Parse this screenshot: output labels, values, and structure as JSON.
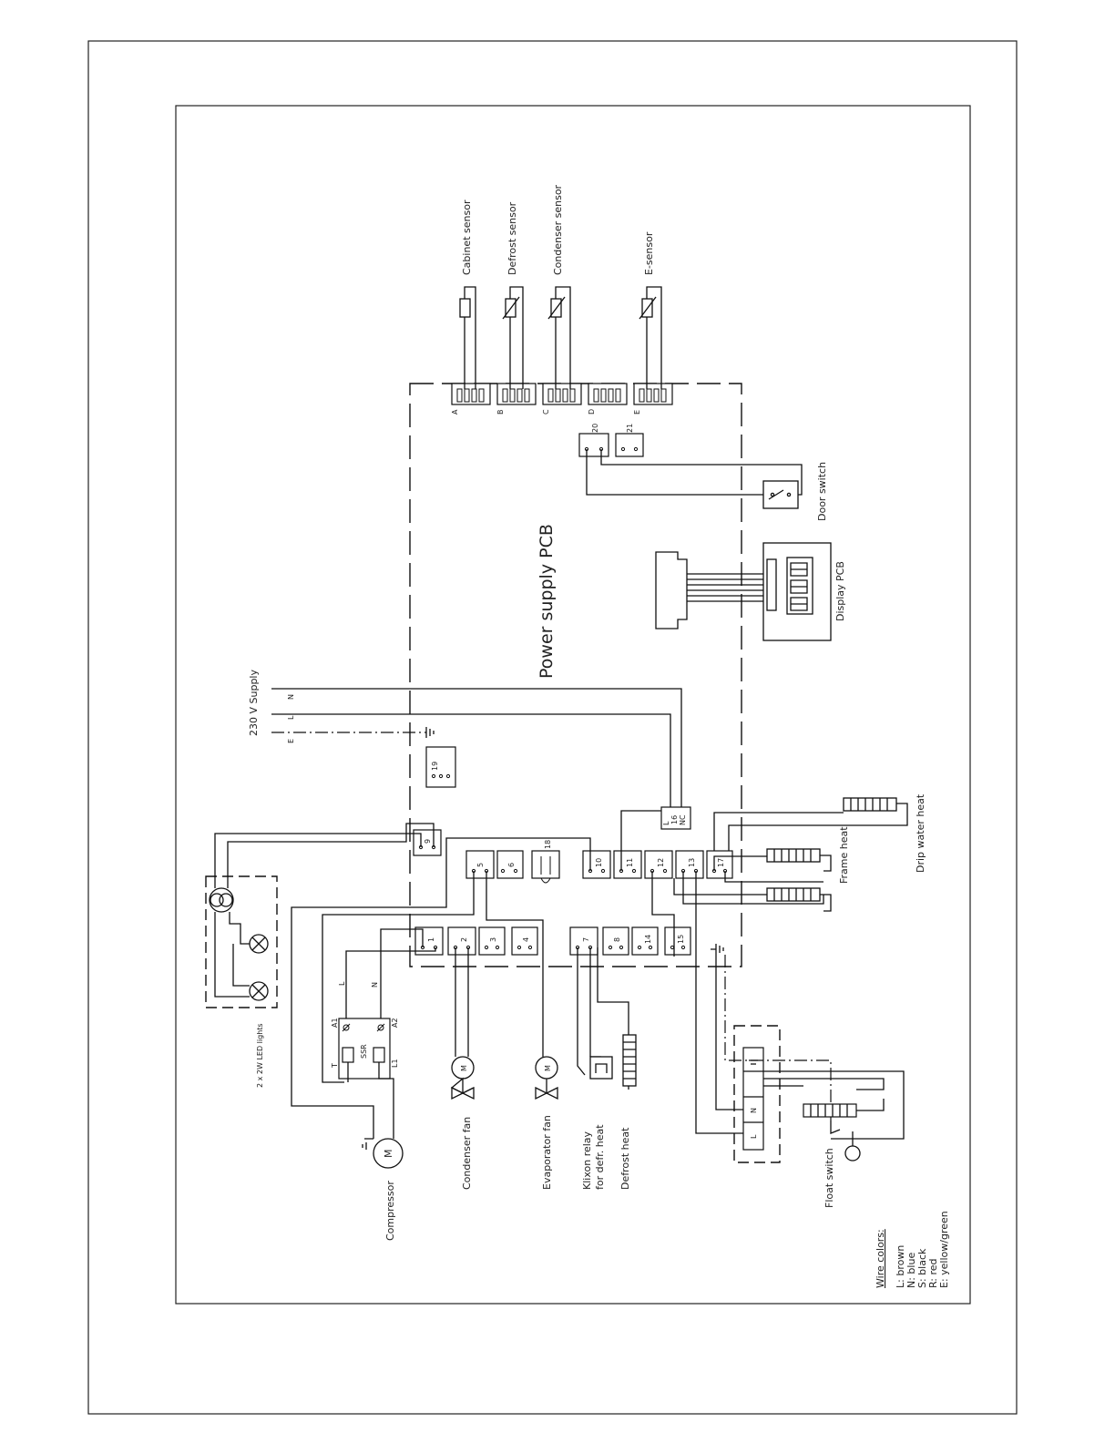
{
  "sensors": [
    "Cabinet sensor",
    "Defrost sensor",
    "Condenser sensor",
    "E-sensor"
  ],
  "sensor_ports": [
    "A",
    "B",
    "C",
    "D",
    "E"
  ],
  "power_pcb_label": "Power supply PCB",
  "supply": {
    "label": "230 V Supply",
    "lines": [
      "N",
      "L",
      "E"
    ]
  },
  "door_switch": "Door switch",
  "display_pcb": "Display PCB",
  "terminals": {
    "t19": "19",
    "t9": "9",
    "t16": "16",
    "t16_l": "L",
    "t16_nc": "NC",
    "t5": "5",
    "t6": "6",
    "t18": "18",
    "t10": "10",
    "t11": "11",
    "t12": "12",
    "t13": "13",
    "t17": "17",
    "t1": "1",
    "t2": "2",
    "t3": "3",
    "t4": "4",
    "t7": "7",
    "t8": "8",
    "t14": "14",
    "t15": "15",
    "t20": "20",
    "t21": "21"
  },
  "components": {
    "led_lights": "2 x 2W LED lights",
    "ssr": "SSR",
    "ssr_pins": [
      "A1",
      "A2",
      "T",
      "L1"
    ],
    "compressor": "Compressor",
    "condenser_fan": "Condenser fan",
    "evaporator_fan": "Evaporator fan",
    "klixon_1": "Klixon relay",
    "klixon_2": "for defr. heat",
    "defrost_heat": "Defrost heat",
    "frame_heat": "Frame heat",
    "drip_water_heat": "Drip water heat",
    "float_switch": "Float switch",
    "motor": "M",
    "wire_L": "L",
    "wire_N": "N"
  },
  "wire_colors": {
    "title": "Wire colors:",
    "items": [
      "L: brown",
      "N: blue",
      "S: black",
      "R: red",
      "E: yellow/green"
    ]
  }
}
